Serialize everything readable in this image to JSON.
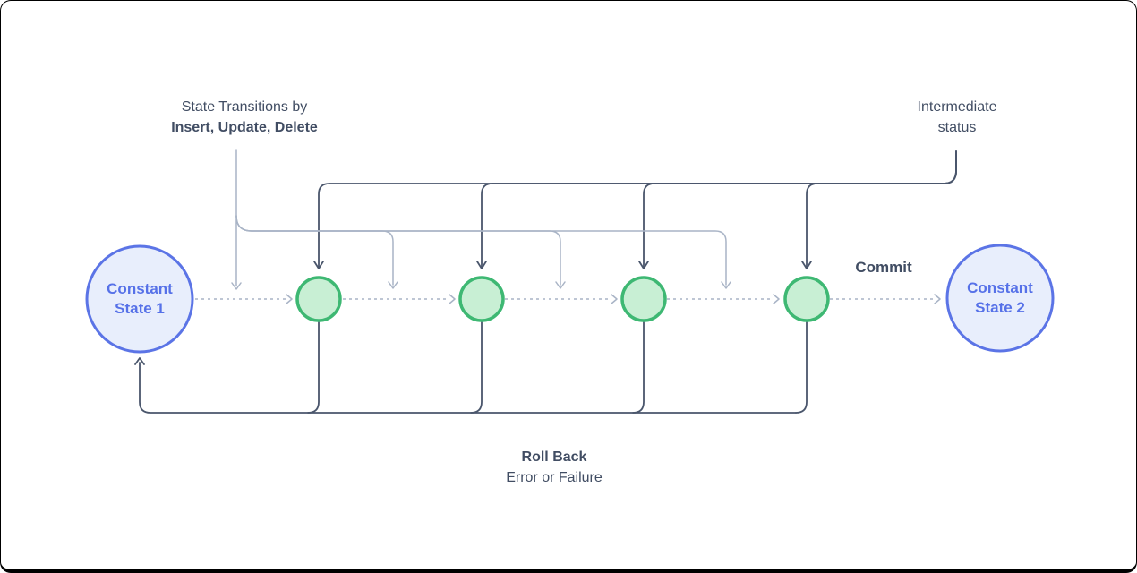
{
  "labels": {
    "state_transitions": {
      "line1": "State Transitions by",
      "line2": "Insert, Update, Delete"
    },
    "intermediate_status": {
      "line1": "Intermediate",
      "line2": "status"
    },
    "commit": "Commit",
    "rollback": {
      "line1": "Roll Back",
      "line2": "Error or Failure"
    },
    "state1": {
      "line1": "Constant",
      "line2": "State 1"
    },
    "state2": {
      "line1": "Constant",
      "line2": "State 2"
    }
  },
  "colors": {
    "frame": "#000000",
    "dark_line": "#4a566c",
    "light_line": "#a9b4c6",
    "text_dark": "#414d63",
    "state_fill": "#e8eefc",
    "state_border": "#5b74e6",
    "state_text": "#5671e8",
    "intermediate_fill": "#c8efd4",
    "intermediate_border": "#3eb873"
  }
}
